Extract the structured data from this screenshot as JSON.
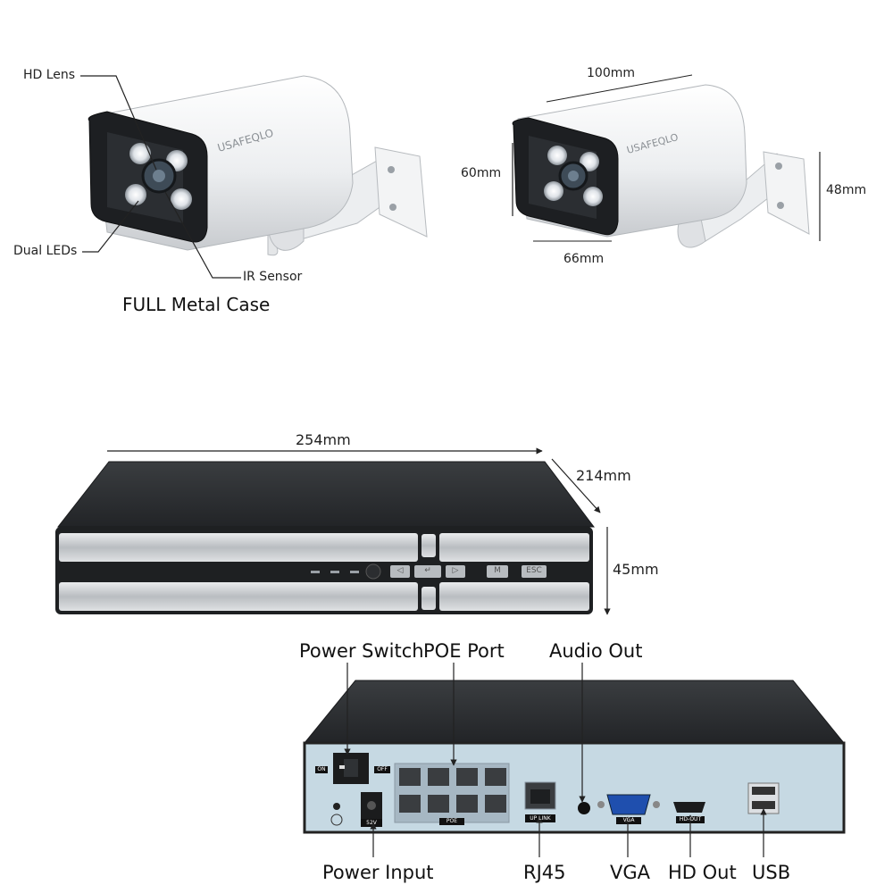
{
  "camera_left": {
    "brand": "USAFEQLO",
    "callouts": {
      "hd_lens": "HD Lens",
      "dual_leds": "Dual LEDs",
      "ir_sensor": "IR Sensor"
    },
    "caption": "FULL  Metal Case"
  },
  "camera_right": {
    "brand": "USAFEQLO",
    "dimensions": {
      "length": "100mm",
      "height": "60mm",
      "width": "66mm",
      "mount": "48mm"
    }
  },
  "nvr_front": {
    "dimensions": {
      "width": "254mm",
      "depth": "214mm",
      "height": "45mm"
    },
    "buttons": [
      "◁",
      "↵",
      "▷",
      "M",
      "ESC"
    ]
  },
  "nvr_back": {
    "callouts": {
      "power_switch": "Power Switch",
      "poe_port": "POE Port",
      "audio_out": "Audio Out",
      "power_input": "Power Input",
      "rj45": "RJ45",
      "vga": "VGA",
      "hd_out": "HD Out",
      "usb": "USB"
    },
    "panel_labels": {
      "on": "ON",
      "off": "OFF",
      "voltage": "52V",
      "poe": "POE",
      "uplink": "UP LINK",
      "vga": "VGA",
      "hdout": "HD-OUT"
    }
  },
  "colors": {
    "camera_body": "#f1f2f4",
    "nvr_top": "#2e3133",
    "rear_panel": "#b9cfdc",
    "silver": "#c9cccf"
  }
}
